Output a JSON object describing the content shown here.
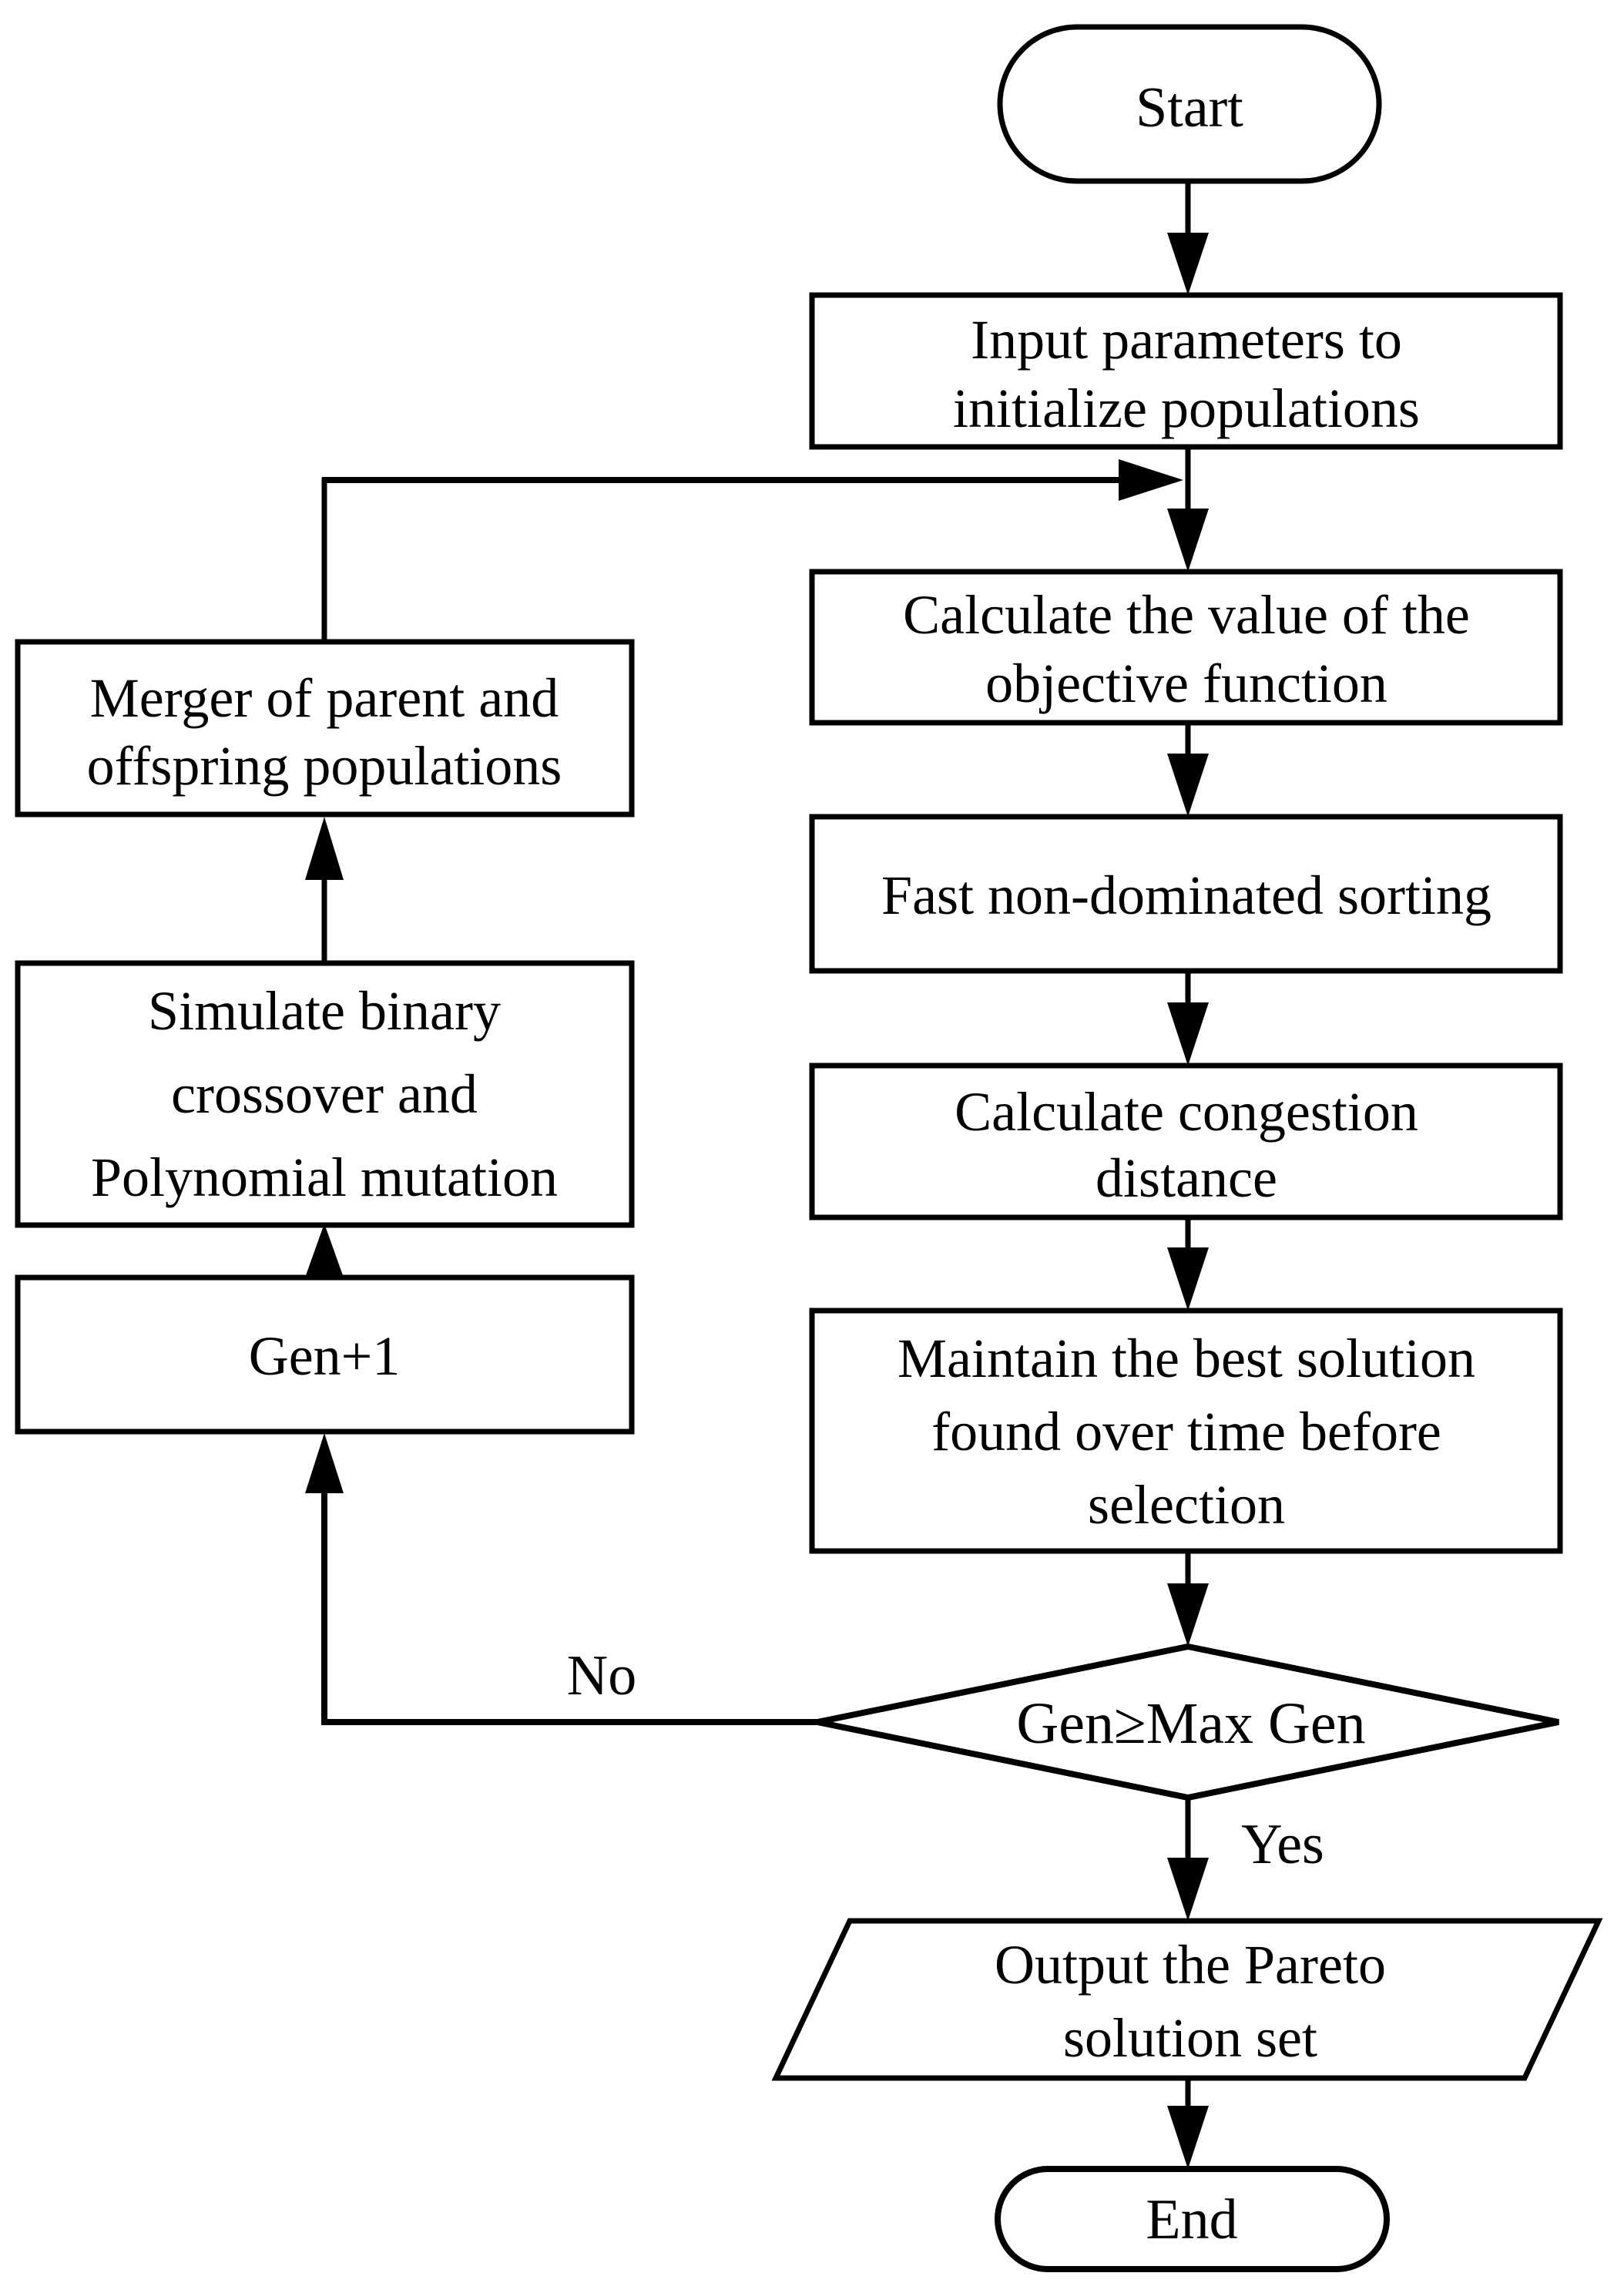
{
  "diagram": {
    "title": "NSGA-II flowchart",
    "background_color": "#ffffff",
    "line_color": "#000000"
  },
  "nodes": {
    "start": {
      "type": "terminator",
      "label": "Start"
    },
    "input": {
      "type": "process",
      "lines": [
        "Input parameters to",
        "initialize populations"
      ]
    },
    "calculate_objective": {
      "type": "process",
      "lines": [
        "Calculate the value of the",
        "objective function"
      ]
    },
    "fast_sorting": {
      "type": "process",
      "lines": [
        "Fast non-dominated sorting"
      ]
    },
    "congestion": {
      "type": "process",
      "lines": [
        "Calculate congestion",
        "distance"
      ]
    },
    "maintain": {
      "type": "process",
      "lines": [
        "Maintain the best solution",
        "found over time before",
        "selection"
      ]
    },
    "decision": {
      "type": "decision",
      "label": "Gen≥Max Gen"
    },
    "output": {
      "type": "input-output",
      "lines": [
        "Output the Pareto",
        "solution set"
      ]
    },
    "end": {
      "type": "terminator",
      "label": "End"
    },
    "merger": {
      "type": "process",
      "lines": [
        "Merger of parent and",
        "offspring populations"
      ]
    },
    "simulate": {
      "type": "process",
      "lines": [
        "Simulate binary",
        "crossover and",
        "Polynomial mutation"
      ]
    },
    "gen_increment": {
      "type": "process",
      "label": "Gen+1"
    }
  },
  "edges": {
    "no_label": "No",
    "yes_label": "Yes"
  }
}
